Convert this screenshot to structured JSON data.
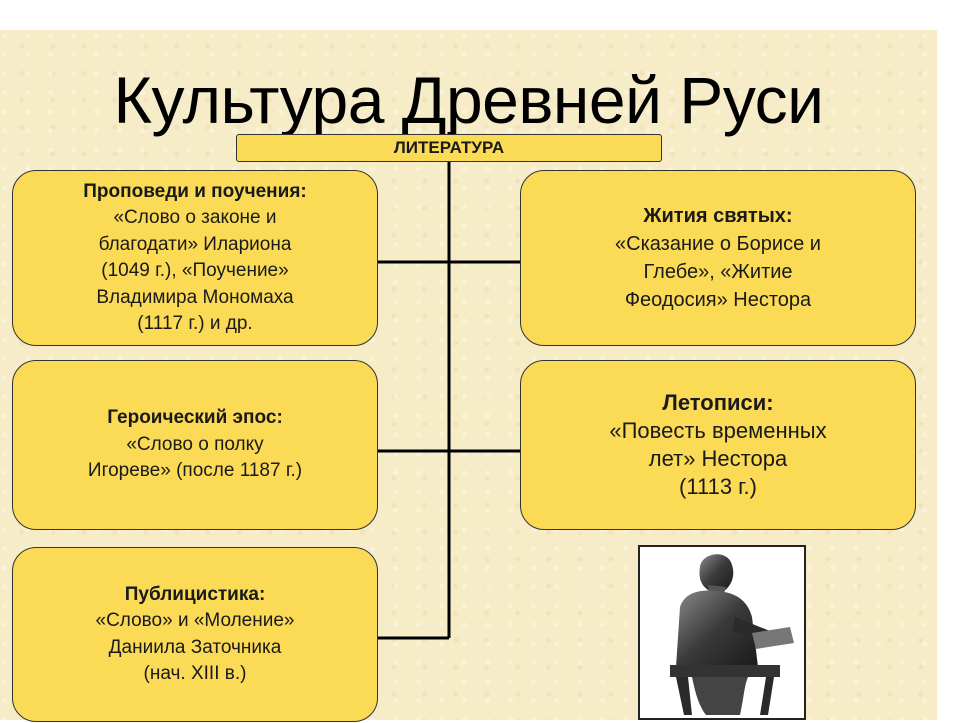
{
  "title": "Культура Древней Руси",
  "root": {
    "label": "ЛИТЕРАТУРА"
  },
  "branches": [
    {
      "head": "Проповеди и поучения:",
      "body": "«Слово о законе и\nблагодати» Илариона\n(1049 г.), «Поучение»\nВладимира Мономаха\n(1117 г.) и др."
    },
    {
      "head": "Героический эпос:",
      "body": "«Слово о полку\nИгореве» (после 1187 г.)"
    },
    {
      "head": "Публицистика:",
      "body": "«Слово» и «Моление»\nДаниила Заточника\n(нач. XIII в.)"
    },
    {
      "head": "Жития святых:",
      "body": "«Сказание о Борисе и\nГлебе», «Житие\nФеодосия» Нестора"
    },
    {
      "head": "Летописи:",
      "body": "«Повесть временных\nлет» Нестора\n(1113 г.)"
    }
  ],
  "illustration": {
    "icon": "statue-of-chronicler-nestor"
  },
  "colors": {
    "box_fill": "#fbda56",
    "background": "#f6ecc8",
    "line": "#000000"
  }
}
